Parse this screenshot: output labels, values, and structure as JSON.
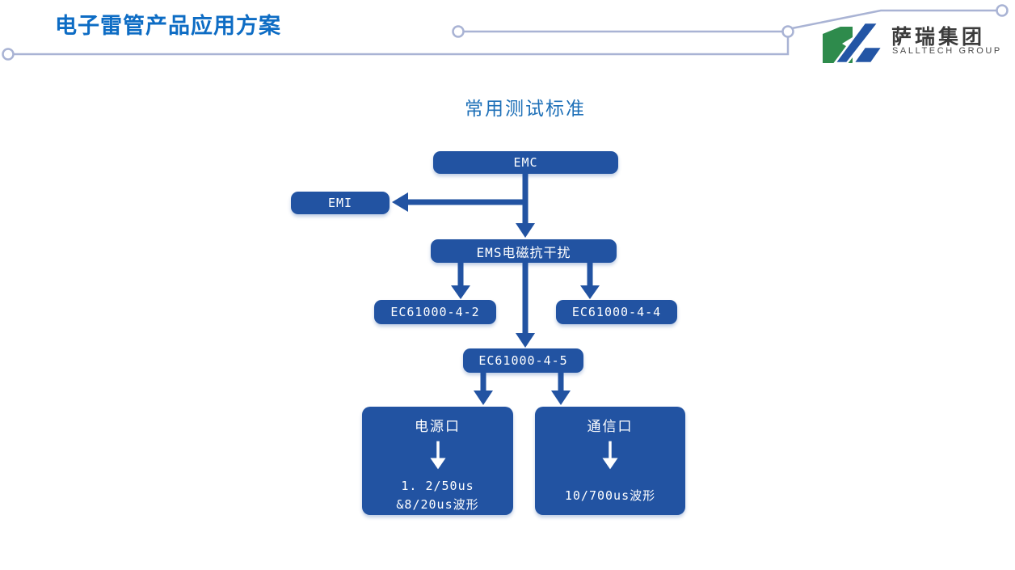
{
  "header": {
    "title": "电子雷管产品应用方案",
    "logo": {
      "name": "萨瑞集团",
      "subtitle": "SALLTECH GROUP"
    }
  },
  "diagram": {
    "title": "常用测试标准",
    "nodes": {
      "emc": {
        "label": "EMC"
      },
      "emi": {
        "label": "EMI"
      },
      "ems": {
        "label": "EMS电磁抗干扰"
      },
      "ec_4_2": {
        "label": "EC61000-4-2"
      },
      "ec_4_4": {
        "label": "EC61000-4-4"
      },
      "ec_4_5": {
        "label": "EC61000-4-5"
      },
      "power_port": {
        "title": "电源口",
        "detail_line1": "1. 2/50us",
        "detail_line2": "&8/20us波形"
      },
      "comm_port": {
        "title": "通信口",
        "detail_line1": "10/700us波形"
      }
    }
  },
  "colors": {
    "node_blue": "#2253A2",
    "title_blue": "#0D6CC4",
    "diagram_title_blue": "#1E70B8",
    "decor_line": "#A9B3D4",
    "logo_green": "#2E8B4C",
    "logo_blue": "#2355A5",
    "node_text": "#FFFFFF"
  }
}
